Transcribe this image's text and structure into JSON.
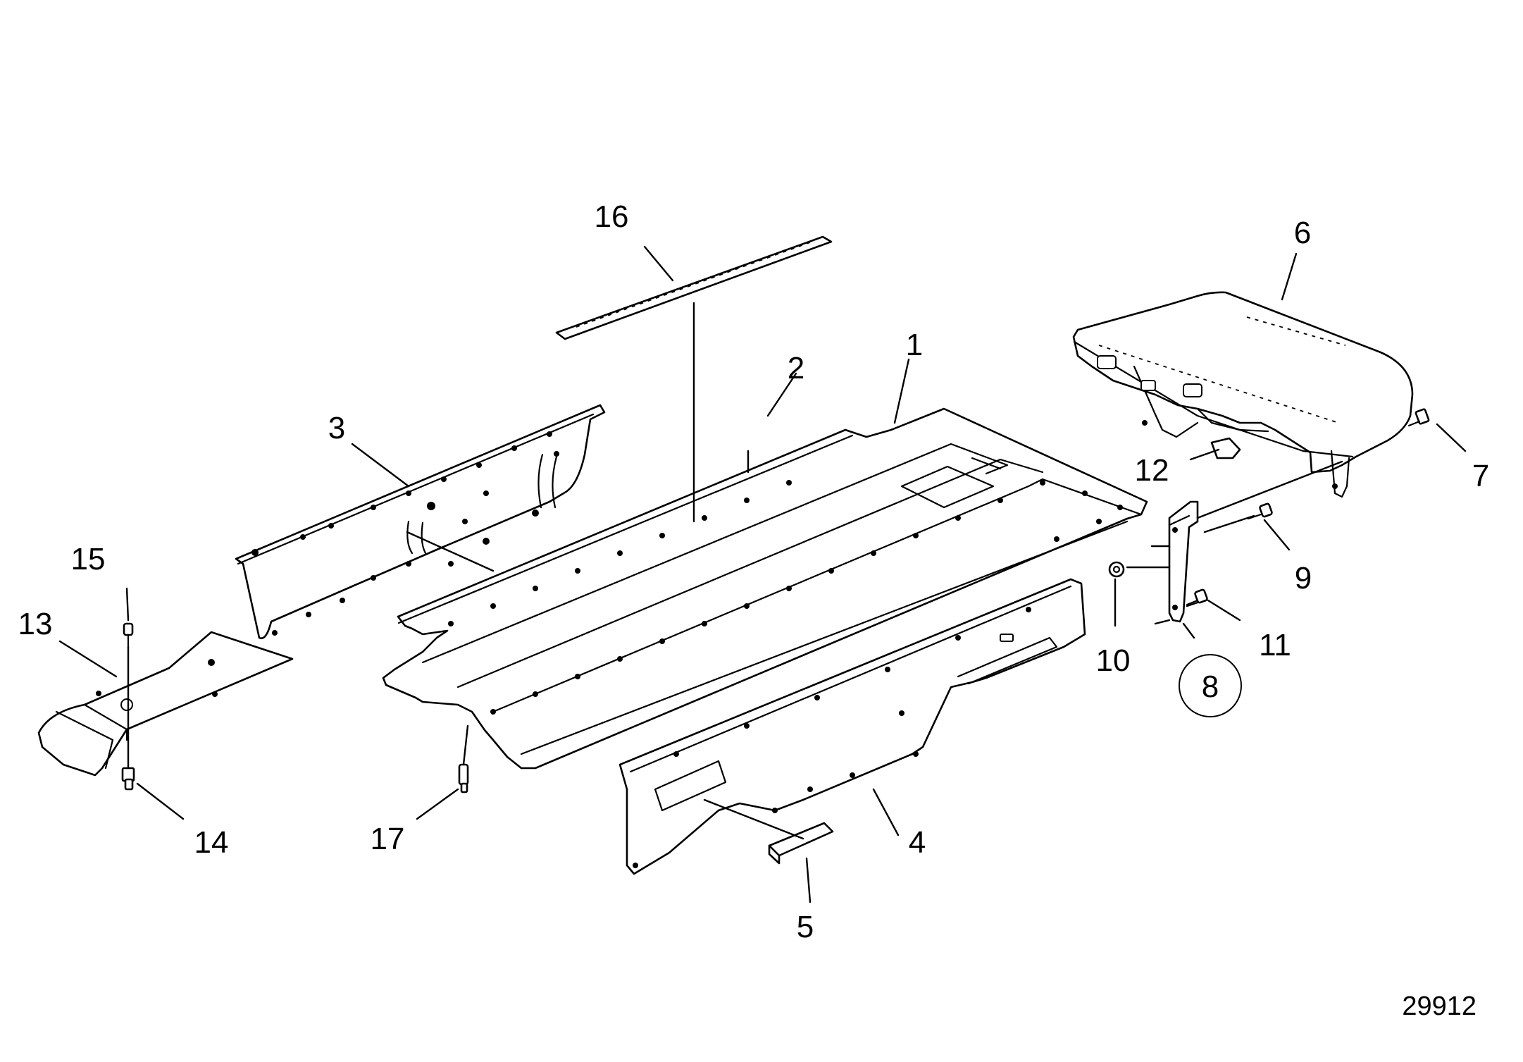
{
  "callouts": [
    {
      "id": "1",
      "text": "1"
    },
    {
      "id": "2",
      "text": "2"
    },
    {
      "id": "3",
      "text": "3"
    },
    {
      "id": "4",
      "text": "4"
    },
    {
      "id": "5",
      "text": "5"
    },
    {
      "id": "6",
      "text": "6"
    },
    {
      "id": "7",
      "text": "7"
    },
    {
      "id": "8",
      "text": "8"
    },
    {
      "id": "9",
      "text": "9"
    },
    {
      "id": "10",
      "text": "10"
    },
    {
      "id": "11",
      "text": "11"
    },
    {
      "id": "12",
      "text": "12"
    },
    {
      "id": "13",
      "text": "13"
    },
    {
      "id": "14",
      "text": "14"
    },
    {
      "id": "15",
      "text": "15"
    },
    {
      "id": "16",
      "text": "16"
    },
    {
      "id": "17",
      "text": "17"
    }
  ],
  "reference_number": "29912"
}
